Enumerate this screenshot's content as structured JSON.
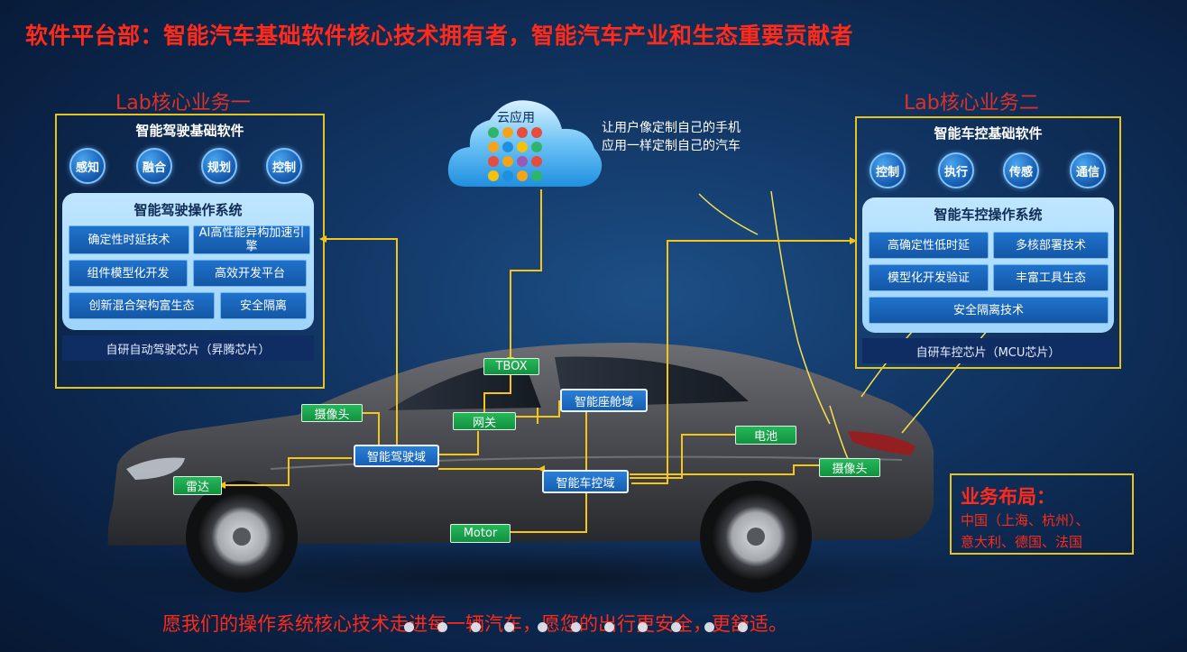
{
  "title": "软件平台部：智能汽车基础软件核心技术拥有者，智能汽车产业和生态重要贡献者",
  "lab1": {
    "title": "Lab核心业务一",
    "panel_title": "智能驾驶基础软件",
    "bubbles": [
      "感知",
      "融合",
      "规划",
      "控制"
    ],
    "os_title": "智能驾驶操作系统",
    "tech": [
      "确定性时延技术",
      "AI高性能异构加速引擎",
      "组件模型化开发",
      "高效开发平台",
      "创新混合架构富生态",
      "安全隔离"
    ],
    "chip": "自研自动驾驶芯片（昇腾芯片）"
  },
  "lab2": {
    "title": "Lab核心业务二",
    "panel_title": "智能车控基础软件",
    "bubbles": [
      "控制",
      "执行",
      "传感",
      "通信"
    ],
    "os_title": "智能车控操作系统",
    "tech": [
      "高确定性低时延",
      "多核部署技术",
      "模型化开发验证",
      "丰富工具生态",
      "安全隔离技术"
    ],
    "chip": "自研车控芯片（MCU芯片）"
  },
  "cloud": {
    "label": "云应用",
    "text_line1": "让用户像定制自己的手机",
    "text_line2": "应用一样定制自己的汽车"
  },
  "car_components": {
    "tbox": "TBOX",
    "gateway": "网关",
    "camera_front": "摄像头",
    "cockpit": "智能座舱域",
    "driving": "智能驾驶域",
    "battery": "电池",
    "camera_rear": "摄像头",
    "radar": "雷达",
    "vehicle_control": "智能车控域",
    "motor": "Motor"
  },
  "business": {
    "title": "业务布局：",
    "line1": "中国（上海、杭州）、",
    "line2": "意大利、德国、法国"
  },
  "slogan": "愿我们的操作系统核心技术走进每一辆汽车，愿您的出行更安全，更舒适。",
  "colors": {
    "title_red": "#ff2a1a",
    "panel_border": "#e8c21e",
    "line_yellow": "#f5c518",
    "tag_green": "#1fa64c",
    "tag_blue": "#1c6cc4"
  }
}
